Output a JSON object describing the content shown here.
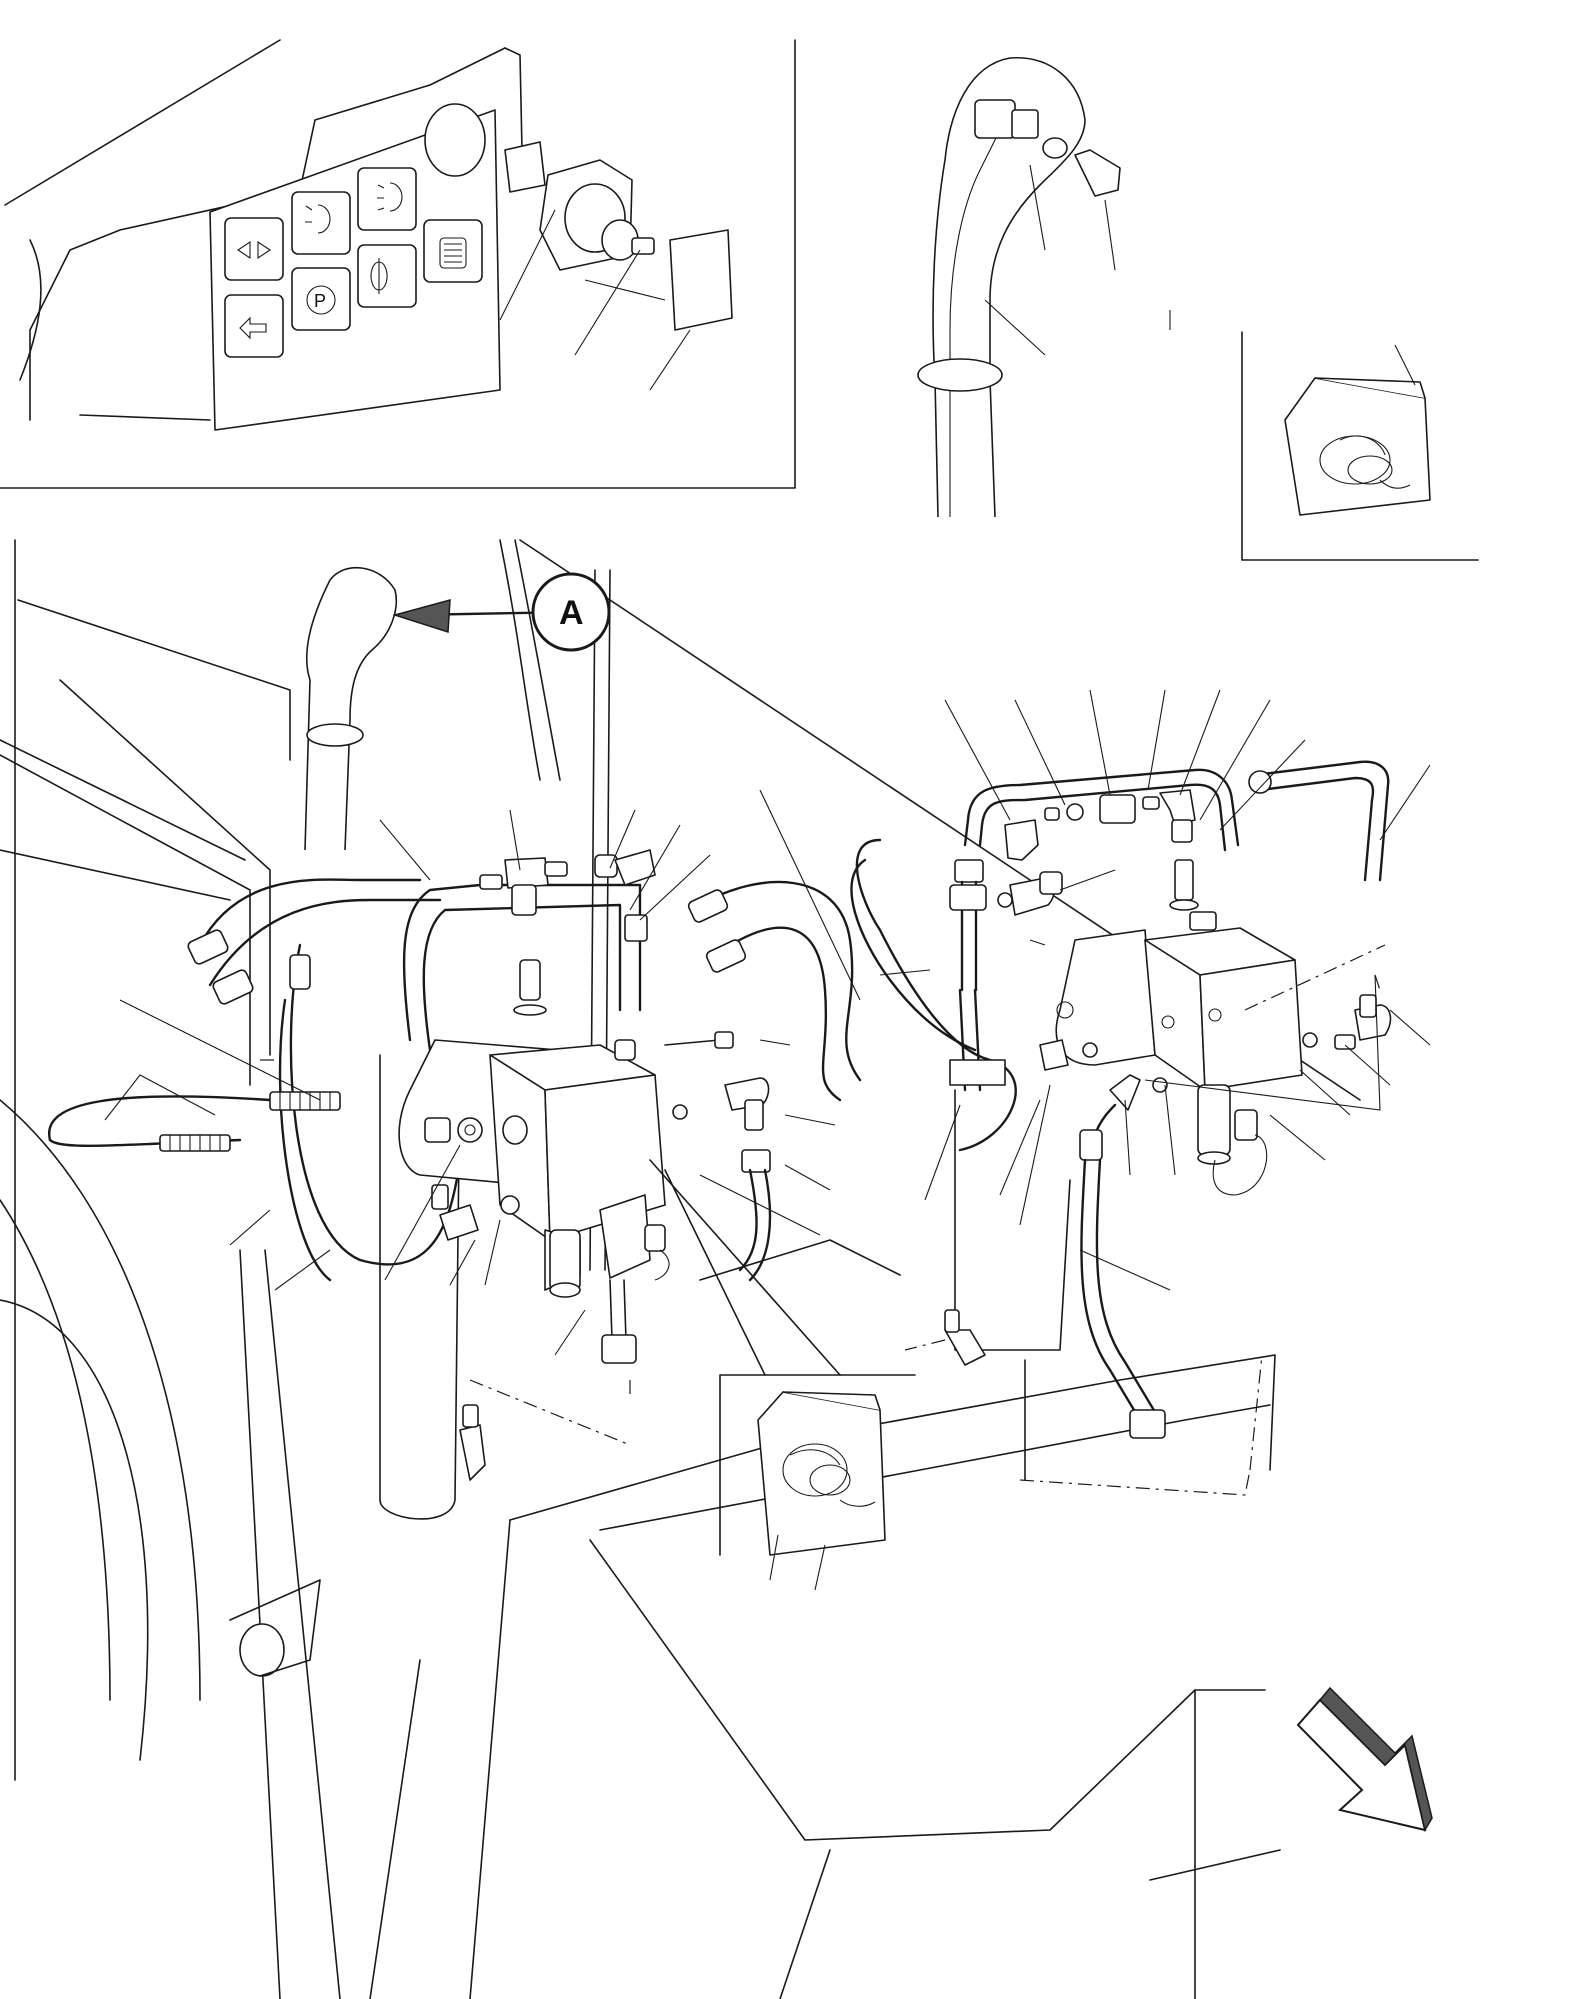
{
  "diagram": {
    "callout_label": "A",
    "colors": {
      "line": "#1a1a1a",
      "background": "#ffffff",
      "shading": "#e6e6e6",
      "arrow_fill": "#555555"
    },
    "icons": [
      "dashboard-switch-panel",
      "indicator-lamp-bulb",
      "lever-knob-with-switch",
      "instruction-booklet",
      "hydraulic-valve-block",
      "orientation-arrow"
    ]
  }
}
